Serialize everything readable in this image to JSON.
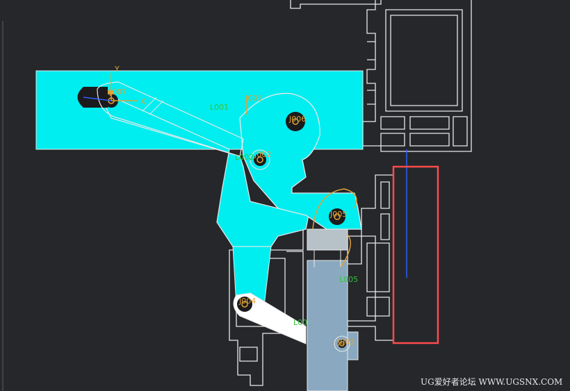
{
  "colors": {
    "background": "#25272b",
    "profile_outline": "#e9e9e9",
    "highlight_fill": "#00eef0",
    "arm_fill": "#ffffff",
    "slider_fill": "#8aa9c0",
    "slider_head": "#b7c2c8",
    "pivot": "#e0a238",
    "label_link": "#33c43a",
    "label_joint": "#e0a238",
    "axis_blue": "#2f5fff",
    "selection_box": "#ff4b4b"
  },
  "csys": {
    "x_label": "X",
    "y_label": "Y"
  },
  "labels": {
    "l001": "L001",
    "j001": "J001",
    "j007": "J007",
    "j006": "J006",
    "l002": "L002",
    "j002": "J002",
    "j005": "J005",
    "l005": "L005",
    "j004": "J004",
    "l003": "L00",
    "j003": "J003"
  },
  "icons": {
    "pivot": "pivot-joint-icon",
    "csys": "coordinate-system-icon"
  },
  "watermark": "UG爱好者论坛 WWW.UGSNX.COM"
}
